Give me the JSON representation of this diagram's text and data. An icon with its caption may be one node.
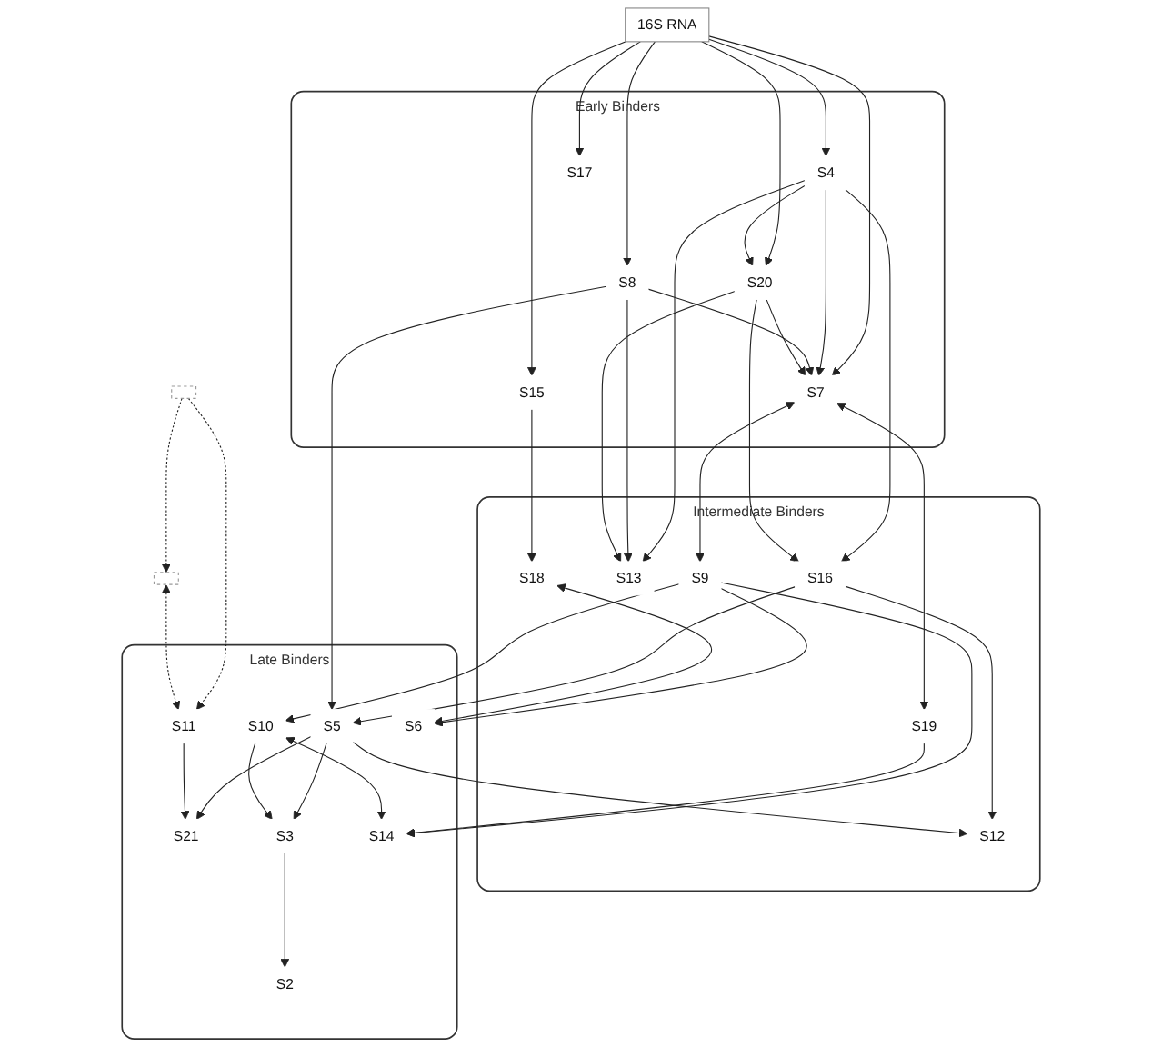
{
  "diagram": {
    "nodes": [
      {
        "text": [
          "16S RNA"
        ]
      },
      {
        "text": [
          "Early Binders"
        ]
      },
      {
        "text": [
          "S4"
        ],
        "in": 1
      },
      {
        "text": [
          "S8"
        ],
        "in": 1
      },
      {
        "text": [
          "S20"
        ],
        "in": 1
      },
      {
        "text": [
          "S7"
        ],
        "in": 1
      },
      {
        "text": [
          "S15"
        ],
        "in": 1
      },
      {
        "text": [
          "S17"
        ],
        "in": 1
      },
      {
        "text": [
          "Intermediate Binders"
        ]
      },
      {
        "text": [
          "S16"
        ],
        "in": 8
      },
      {
        "text": [
          "S13"
        ],
        "in": 8
      },
      {
        "text": [
          "S18"
        ],
        "in": 8
      },
      {
        "text": [
          "S12"
        ],
        "in": 8
      },
      {
        "text": [
          "S9"
        ],
        "in": 8
      },
      {
        "text": [
          "S19"
        ],
        "in": 8
      },
      {
        "text": [
          "Late Binders"
        ]
      },
      {
        "text": [
          "S6"
        ],
        "in": 15
      },
      {
        "text": [
          "S5"
        ],
        "in": 15
      },
      {
        "text": [
          "S11"
        ],
        "in": 15
      },
      {
        "text": [
          "S21"
        ],
        "in": 15
      },
      {
        "text": [
          "S2"
        ],
        "in": 15
      },
      {
        "text": [
          "S3"
        ],
        "in": 15
      },
      {
        "text": [
          "S10"
        ],
        "in": 15
      },
      {
        "text": [
          "S14"
        ],
        "in": 15
      },
      {
        "text": [],
        "shape": "box"
      },
      {
        "text": [],
        "shape": "box"
      }
    ],
    "edges": [
      {
        "from": 0,
        "to": 6,
        "arrow": "to"
      },
      {
        "from": 0,
        "to": 7,
        "arrow": "to"
      },
      {
        "from": 0,
        "to": 2,
        "arrow": "to"
      },
      {
        "from": 0,
        "to": 4,
        "arrow": "to"
      },
      {
        "from": 0,
        "to": 3,
        "arrow": "to"
      },
      {
        "from": 0,
        "to": 5,
        "arrow": "to"
      },
      {
        "from": 2,
        "to": 4,
        "arrow": "to"
      },
      {
        "from": 2,
        "to": 5,
        "arrow": "to"
      },
      {
        "from": 2,
        "to": 9,
        "arrow": "to"
      },
      {
        "from": 2,
        "to": 10,
        "arrow": "to"
      },
      {
        "from": 3,
        "to": 5,
        "arrow": "to"
      },
      {
        "from": 3,
        "to": 10,
        "arrow": "to"
      },
      {
        "from": 3,
        "to": 17,
        "arrow": "to"
      },
      {
        "from": 4,
        "to": 5,
        "arrow": "to"
      },
      {
        "from": 4,
        "to": 9,
        "arrow": "to"
      },
      {
        "from": 4,
        "to": 10,
        "arrow": "to"
      },
      {
        "from": 6,
        "to": 11,
        "arrow": "to"
      },
      {
        "from": 5,
        "to": 13,
        "arrow": "both"
      },
      {
        "from": 5,
        "to": 14,
        "arrow": "both"
      },
      {
        "from": 9,
        "to": 12,
        "arrow": "to"
      },
      {
        "from": 9,
        "to": 17,
        "arrow": "to"
      },
      {
        "from": 17,
        "to": 12,
        "arrow": "to"
      },
      {
        "from": 13,
        "to": 16,
        "arrow": "to"
      },
      {
        "from": 11,
        "to": 16,
        "arrow": "both"
      },
      {
        "from": 13,
        "to": 22,
        "arrow": "to"
      },
      {
        "from": 13,
        "to": 23,
        "arrow": "to"
      },
      {
        "from": 14,
        "to": 23,
        "arrow": "to"
      },
      {
        "from": 17,
        "to": 21,
        "arrow": "to"
      },
      {
        "from": 17,
        "to": 19,
        "arrow": "to"
      },
      {
        "from": 18,
        "to": 19,
        "arrow": "to"
      },
      {
        "from": 21,
        "to": 20,
        "arrow": "to"
      },
      {
        "from": 22,
        "to": 21,
        "arrow": "to"
      },
      {
        "from": 22,
        "to": 23,
        "arrow": "both"
      },
      {
        "from": 24,
        "to": 25,
        "arrow": "to",
        "style": "dashed"
      },
      {
        "from": 24,
        "to": 18,
        "arrow": "to",
        "style": "dashed"
      },
      {
        "from": 25,
        "to": 18,
        "arrow": "both",
        "style": "dashed"
      }
    ]
  }
}
